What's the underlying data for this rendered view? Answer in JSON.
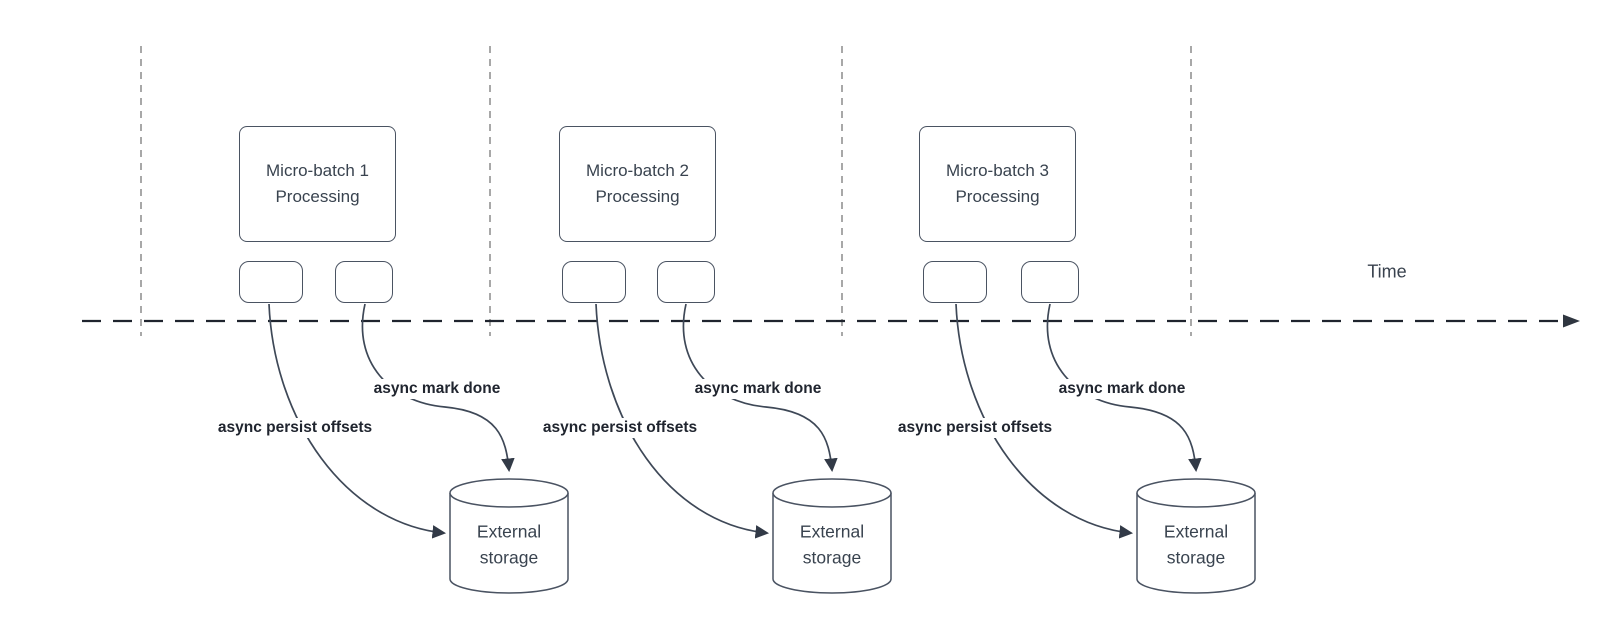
{
  "diagram": {
    "time_axis_label": "Time",
    "batches": [
      {
        "title_line1": "Micro-batch 1",
        "title_line2": "Processing",
        "persist_label": "async persist offsets",
        "mark_done_label": "async mark done",
        "storage_line1": "External",
        "storage_line2": "storage"
      },
      {
        "title_line1": "Micro-batch 2",
        "title_line2": "Processing",
        "persist_label": "async persist offsets",
        "mark_done_label": "async mark done",
        "storage_line1": "External",
        "storage_line2": "storage"
      },
      {
        "title_line1": "Micro-batch 3",
        "title_line2": "Processing",
        "persist_label": "async persist offsets",
        "mark_done_label": "async mark done",
        "storage_line1": "External",
        "storage_line2": "storage"
      }
    ],
    "colors": {
      "background": "#ffffff",
      "shape_stroke": "#4a5362",
      "arrow_stroke": "#3e4857",
      "axis_stroke": "#1f242e",
      "guide_line": "#a8a8a8",
      "box_text": "#39434f",
      "edge_label_text": "#20252f"
    }
  }
}
